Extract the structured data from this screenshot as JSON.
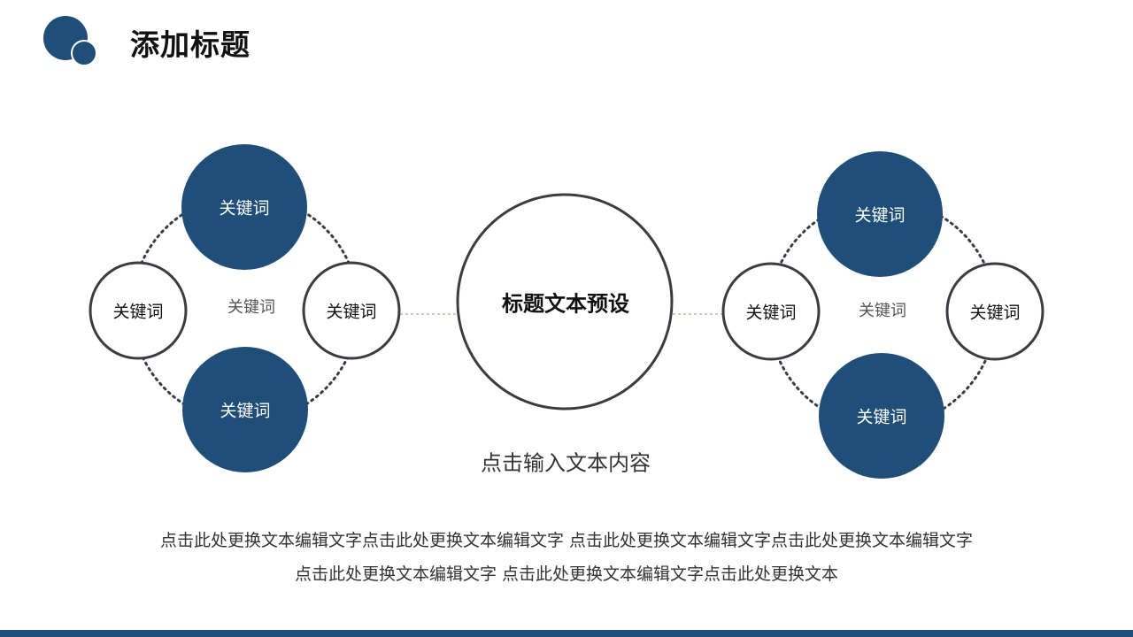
{
  "header": {
    "title": "添加标题"
  },
  "center": {
    "title": "标题文本预设"
  },
  "left_cluster": {
    "top": "关键词",
    "bottom": "关键词",
    "left": "关键词",
    "right": "关键词",
    "middle": "关键词"
  },
  "right_cluster": {
    "top": "关键词",
    "bottom": "关键词",
    "left": "关键词",
    "right": "关键词",
    "middle": "关键词"
  },
  "subtitle": "点击输入文本内容",
  "body": {
    "line1": "点击此处更换文本编辑文字点击此处更换文本编辑文字 点击此处更换文本编辑文字点击此处更换文本编辑文字",
    "line2": "点击此处更换文本编辑文字 点击此处更换文本编辑文字点击此处更换文本"
  },
  "colors": {
    "accent": "#1f4e79",
    "outline": "#3d3a44",
    "connector": "#d9c6b8"
  }
}
